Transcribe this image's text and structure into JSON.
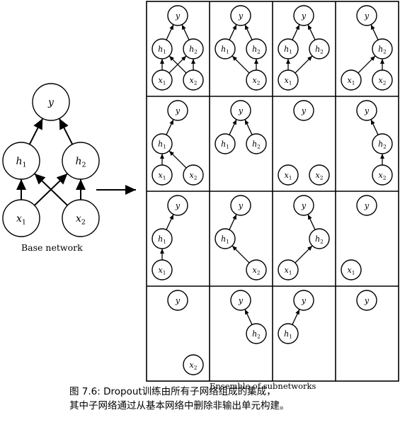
{
  "labels": {
    "y": "y",
    "h1": "h",
    "h2": "h",
    "x1": "x",
    "x2": "x",
    "sub1": "1",
    "sub2": "2"
  },
  "base_network": {
    "caption": "Base network",
    "nodes": [
      "y",
      "h1",
      "h2",
      "x1",
      "x2"
    ],
    "edges": [
      [
        "x1",
        "h1"
      ],
      [
        "x1",
        "h2"
      ],
      [
        "x2",
        "h1"
      ],
      [
        "x2",
        "h2"
      ],
      [
        "h1",
        "y"
      ],
      [
        "h2",
        "y"
      ]
    ]
  },
  "ensemble": {
    "caption": "Ensemble of subnetworks",
    "subnetworks": [
      {
        "nodes": [
          "y",
          "h1",
          "h2",
          "x1",
          "x2"
        ],
        "edges": [
          [
            "x1",
            "h1"
          ],
          [
            "x1",
            "h2"
          ],
          [
            "x2",
            "h1"
          ],
          [
            "x2",
            "h2"
          ],
          [
            "h1",
            "y"
          ],
          [
            "h2",
            "y"
          ]
        ]
      },
      {
        "nodes": [
          "y",
          "h1",
          "h2",
          "x2"
        ],
        "edges": [
          [
            "x2",
            "h1"
          ],
          [
            "x2",
            "h2"
          ],
          [
            "h1",
            "y"
          ],
          [
            "h2",
            "y"
          ]
        ]
      },
      {
        "nodes": [
          "y",
          "h1",
          "h2",
          "x1"
        ],
        "edges": [
          [
            "x1",
            "h1"
          ],
          [
            "x1",
            "h2"
          ],
          [
            "h1",
            "y"
          ],
          [
            "h2",
            "y"
          ]
        ]
      },
      {
        "nodes": [
          "y",
          "h2",
          "x1",
          "x2"
        ],
        "edges": [
          [
            "x1",
            "h2"
          ],
          [
            "x2",
            "h2"
          ],
          [
            "h2",
            "y"
          ]
        ]
      },
      {
        "nodes": [
          "y",
          "h1",
          "x1",
          "x2"
        ],
        "edges": [
          [
            "x1",
            "h1"
          ],
          [
            "x2",
            "h1"
          ],
          [
            "h1",
            "y"
          ]
        ]
      },
      {
        "nodes": [
          "y",
          "h1",
          "h2"
        ],
        "edges": [
          [
            "h1",
            "y"
          ],
          [
            "h2",
            "y"
          ]
        ]
      },
      {
        "nodes": [
          "y",
          "x1",
          "x2"
        ],
        "edges": []
      },
      {
        "nodes": [
          "y",
          "h2",
          "x2"
        ],
        "edges": [
          [
            "x2",
            "h2"
          ],
          [
            "h2",
            "y"
          ]
        ]
      },
      {
        "nodes": [
          "y",
          "h1",
          "x1"
        ],
        "edges": [
          [
            "x1",
            "h1"
          ],
          [
            "h1",
            "y"
          ]
        ]
      },
      {
        "nodes": [
          "y",
          "h1",
          "x2"
        ],
        "edges": [
          [
            "x2",
            "h1"
          ],
          [
            "h1",
            "y"
          ]
        ]
      },
      {
        "nodes": [
          "y",
          "h2",
          "x1"
        ],
        "edges": [
          [
            "x1",
            "h2"
          ],
          [
            "h2",
            "y"
          ]
        ]
      },
      {
        "nodes": [
          "y",
          "x1"
        ],
        "edges": []
      },
      {
        "nodes": [
          "y",
          "x2"
        ],
        "edges": []
      },
      {
        "nodes": [
          "y",
          "h2"
        ],
        "edges": [
          [
            "h2",
            "y"
          ]
        ]
      },
      {
        "nodes": [
          "y",
          "h1"
        ],
        "edges": [
          [
            "h1",
            "y"
          ]
        ]
      },
      {
        "nodes": [
          "y"
        ],
        "edges": []
      }
    ]
  },
  "figure_caption": {
    "line1": "图 7.6: Dropout训练由所有子网络组成的集成，",
    "line2": "其中子网络通过从基本网络中删除非输出单元构建。"
  }
}
